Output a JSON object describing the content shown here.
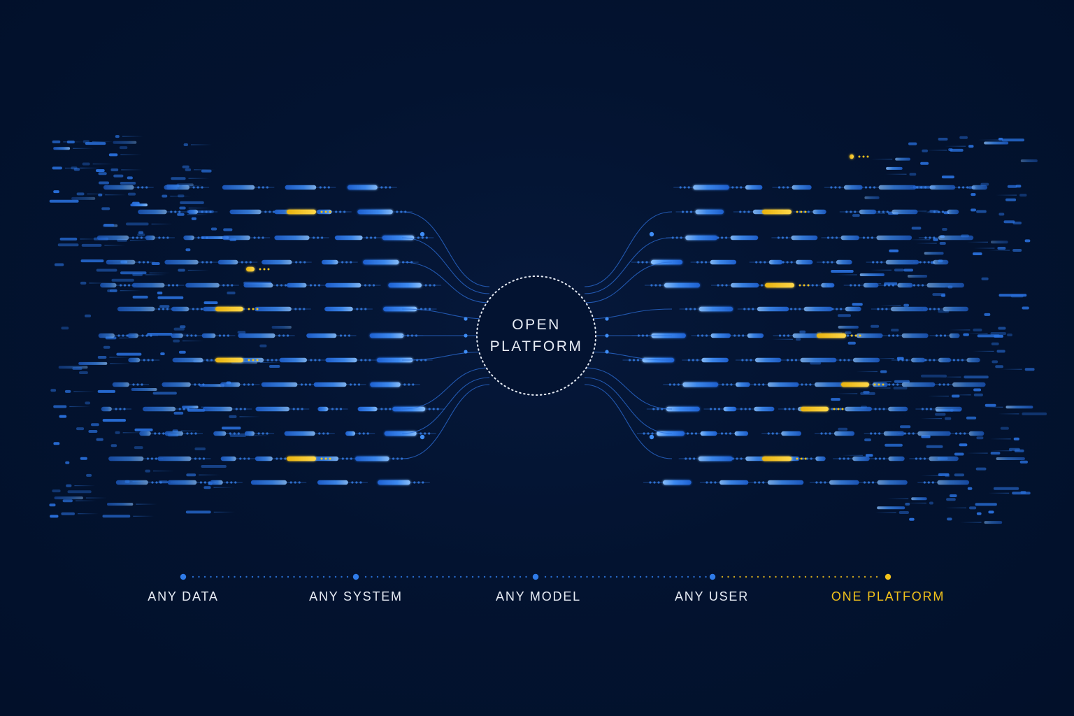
{
  "hub": {
    "line1": "OPEN",
    "line2": "PLATFORM"
  },
  "steps": [
    {
      "label": "ANY DATA"
    },
    {
      "label": "ANY SYSTEM"
    },
    {
      "label": "ANY MODEL"
    },
    {
      "label": "ANY USER"
    },
    {
      "label": "ONE PLATFORM",
      "highlight": true
    }
  ],
  "colors": {
    "background": "#02112a",
    "accent_blue": "#2f7be8",
    "light_blue": "#6aa8ff",
    "accent_yellow": "#f2c21b",
    "text": "#e8edf6"
  }
}
